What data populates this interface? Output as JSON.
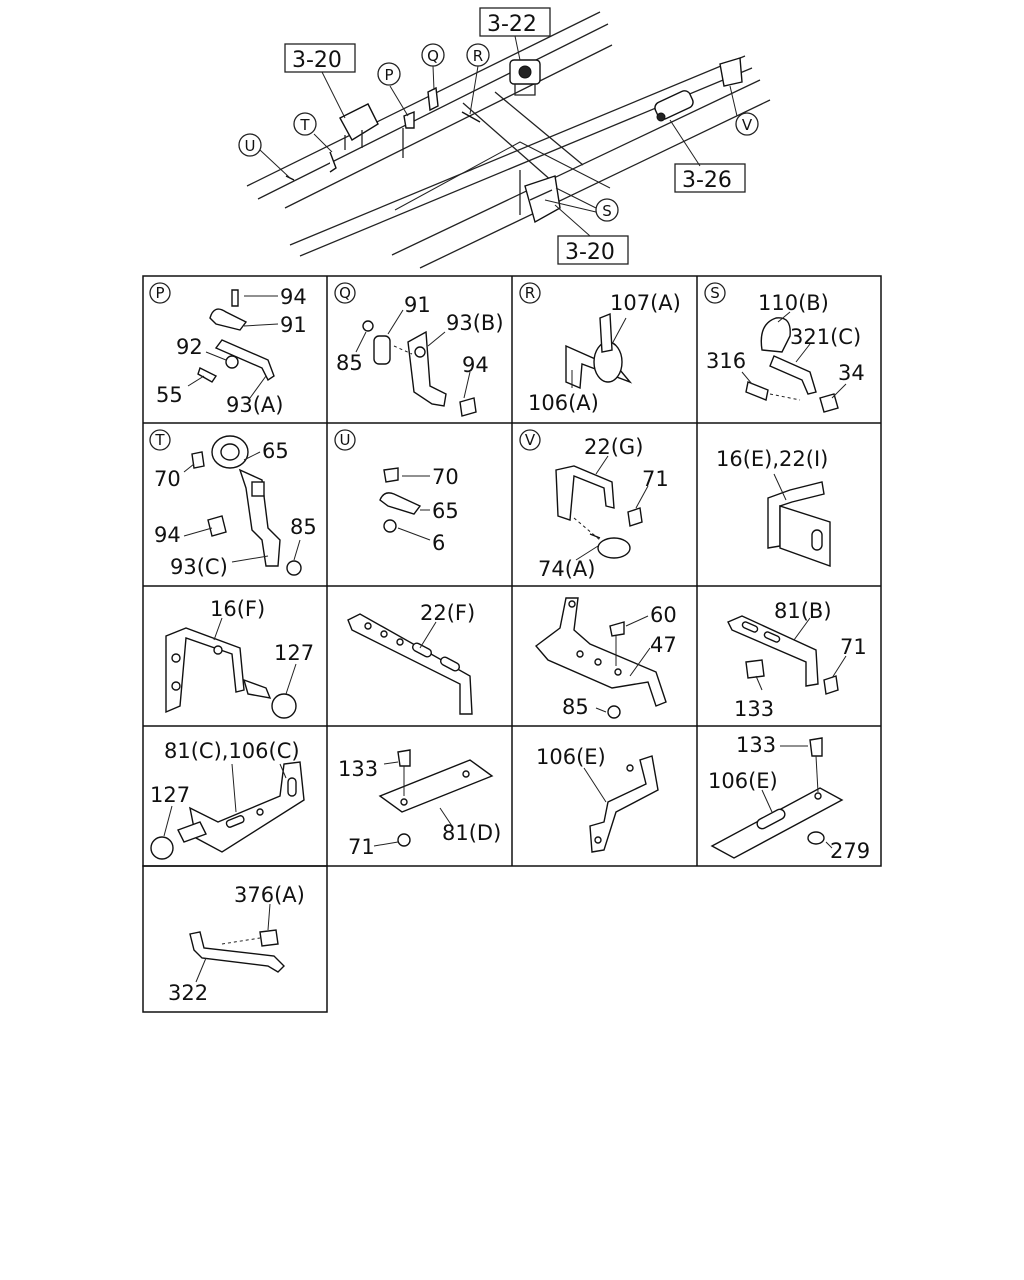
{
  "overview": {
    "ref_boxes": [
      "3-22",
      "3-20",
      "3-26",
      "3-20"
    ],
    "markers": [
      "P",
      "Q",
      "R",
      "T",
      "U",
      "V",
      "S"
    ]
  },
  "panels": [
    {
      "marker": "P",
      "labels": [
        "94",
        "91",
        "92",
        "55",
        "93(A)"
      ]
    },
    {
      "marker": "Q",
      "labels": [
        "91",
        "93(B)",
        "85",
        "94"
      ]
    },
    {
      "marker": "R",
      "labels": [
        "107(A)",
        "106(A)"
      ]
    },
    {
      "marker": "S",
      "labels": [
        "110(B)",
        "321(C)",
        "316",
        "34"
      ]
    },
    {
      "marker": "T",
      "labels": [
        "65",
        "70",
        "94",
        "85",
        "93(C)"
      ]
    },
    {
      "marker": "U",
      "labels": [
        "70",
        "65",
        "6"
      ]
    },
    {
      "marker": "V",
      "labels": [
        "22(G)",
        "71",
        "74(A)"
      ]
    },
    {
      "marker": "",
      "labels": [
        "16(E),22(I)"
      ]
    },
    {
      "marker": "",
      "labels": [
        "16(F)",
        "127"
      ]
    },
    {
      "marker": "",
      "labels": [
        "22(F)"
      ]
    },
    {
      "marker": "",
      "labels": [
        "60",
        "47",
        "85"
      ]
    },
    {
      "marker": "",
      "labels": [
        "81(B)",
        "71",
        "133"
      ]
    },
    {
      "marker": "",
      "labels": [
        "81(C),106(C)",
        "127"
      ]
    },
    {
      "marker": "",
      "labels": [
        "133",
        "81(D)",
        "71"
      ]
    },
    {
      "marker": "",
      "labels": [
        "106(E)"
      ]
    },
    {
      "marker": "",
      "labels": [
        "133",
        "106(E)",
        "279"
      ]
    },
    {
      "marker": "",
      "labels": [
        "376(A)",
        "322"
      ]
    }
  ]
}
